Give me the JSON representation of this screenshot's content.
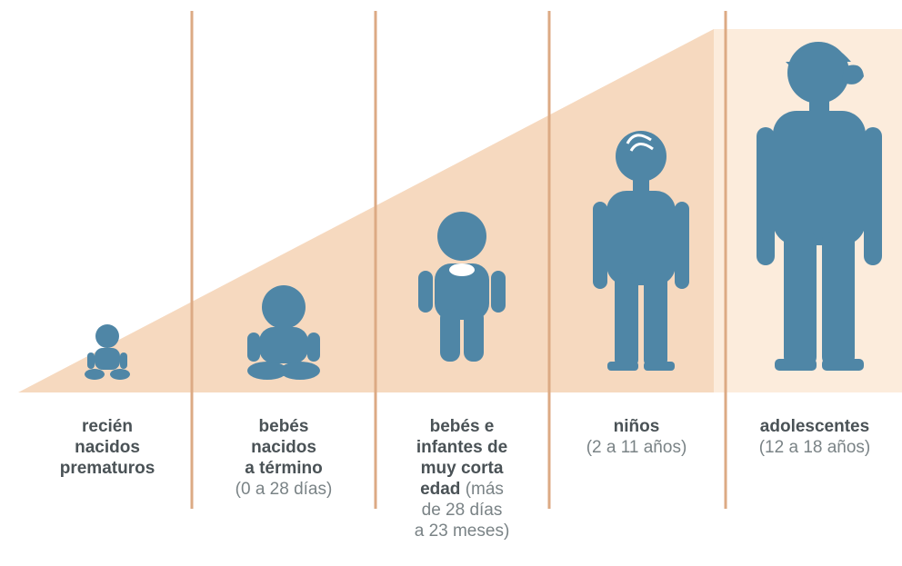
{
  "colors": {
    "figure": "#4f86a6",
    "triangle": "#f0c8a4",
    "divider": "#d9a47e",
    "text": "#4a5256"
  },
  "categories": [
    {
      "name": "recién nacidos prematuros",
      "bold_lines": [
        "recién",
        "nacidos",
        "prematuros"
      ],
      "range_lines": []
    },
    {
      "name": "bebés nacidos a término",
      "bold_lines": [
        "bebés",
        "nacidos",
        "a término"
      ],
      "range_lines": [
        "(0 a 28 días)"
      ]
    },
    {
      "name": "bebés e infantes de muy corta edad",
      "bold_lines": [
        "bebés e",
        "infantes de",
        "muy corta"
      ],
      "mixed_line": {
        "bold": "edad",
        "normal": " (más"
      },
      "range_lines": [
        "de 28 días",
        "a 23 meses)"
      ]
    },
    {
      "name": "niños",
      "bold_lines": [
        "niños"
      ],
      "range_lines": [
        "(2 a 11 años)"
      ]
    },
    {
      "name": "adolescentes",
      "bold_lines": [
        "adolescentes"
      ],
      "range_lines": [
        "(12 a 18 años)"
      ]
    }
  ]
}
